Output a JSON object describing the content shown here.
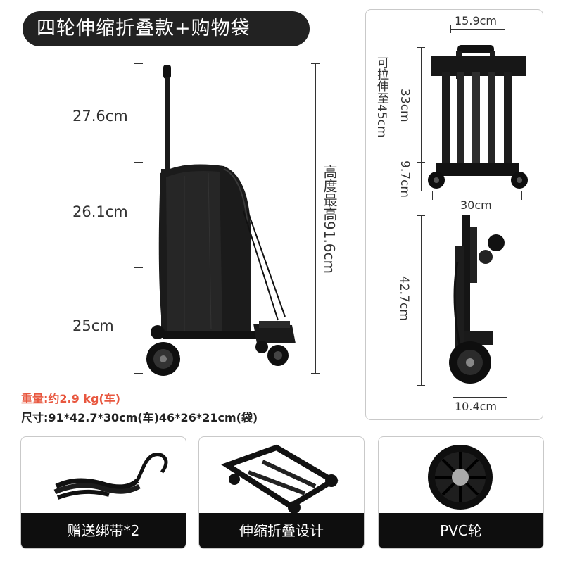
{
  "header": {
    "title": "四轮伸缩折叠款+购物袋"
  },
  "left_dims": {
    "seg1": "27.6cm",
    "seg2": "26.1cm",
    "seg3": "25cm",
    "total": "高度最高91.6cm"
  },
  "specs": {
    "weight": "重量:约2.9 kg(车)",
    "size": "尺寸:91*42.7*30cm(车)46*26*21cm(袋)"
  },
  "right_dims": {
    "top_width": "15.9cm",
    "extend_note": "可拉伸至45cm",
    "handle_height": "33cm",
    "base_height": "9.7cm",
    "base_width": "30cm",
    "folded_height": "42.7cm",
    "folded_width": "10.4cm"
  },
  "cards": [
    {
      "label": "赠送绑带*2",
      "icon": "bungee-strap-image"
    },
    {
      "label": "伸缩折叠设计",
      "icon": "folded-cart-image"
    },
    {
      "label": "PVC轮",
      "icon": "pvc-wheel-image"
    }
  ],
  "colors": {
    "accent_red": "#e8573f",
    "dark": "#222222",
    "label_bg": "#0e0e0e"
  }
}
